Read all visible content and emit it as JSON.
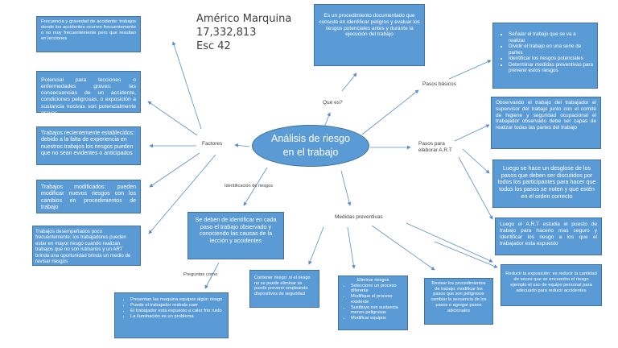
{
  "author": {
    "name": "Américo Marquina",
    "id": "17,332,813",
    "school": "Esc 42"
  },
  "center": {
    "line1": "Análisis de riesgo",
    "line2": "en el trabajo"
  },
  "labels": {
    "factores": "Factores",
    "que_es": "Que es?",
    "pasos_basicos": "Pasos básicos",
    "pasos_para_elaborar_line1": "Pasos para",
    "pasos_para_elaborar_line2": "elaborar A.R.T",
    "identificacion": "Identificación de riesgos",
    "medidas": "Medidas preventivas",
    "preguntas": "Preguntas como"
  },
  "factores": [
    "Frecuencia y gravedad de accidente: trabajos donde los accidentes ocurren frecuentemente o no muy frecuentemente pero que resultan en lecciones",
    "Potencial para lecciones o enfermedades graves: las consecuencias de un accidente, condiciones peligrosas, o exposición a sustancia nocivas son potencialmente graves",
    "Trabajos recientemente establecidos: debido a la falta de experiencia en nuestros trabajos los riesgos pueden que no sean evidentes o anticipados",
    "Trabajos modificados: pueden modificar nuevos riesgos con los cambios en procedimientos de trabajo",
    "Trabajos desempeñados poco frecuentemente: los trabajadores pueden estar en mayor riesgo cuando realizan trabajos que no son rutinarios y un ART brinda una oportunidad brinda un medio de revisar riesgos"
  ],
  "definicion": "Es un procedimiento documentado que consiste en identificar peligros y evaluar los riesgos potenciales antes y durante la ejecución del trabajo",
  "pasos_basicos": [
    "Señalar el trabajo que se va a realizar",
    "Dividir el trabajo en una serie de partes",
    "Identificar los riesgos potenciales",
    "Determinar medidas preventivas para prevenir estos riesgos"
  ],
  "pasos_art": [
    "Observando el trabajo del trabajador el supervisor del trabajo junto con el comité de higiene y seguridad ocupacional el trabajador observado debe ser capas de realizar todas las partes del trabajo",
    "Luego se hace un desglose de los pasos que deben ser discutidos por todos los participantes para hacer que todos los pasos se noten y que estén en el orden correcto",
    "Luego el A.R.T estudia el puesto de trabajo para hacerlo mas seguro y identificar los riesgo a los que el trabajador esta expuesto"
  ],
  "identificacion": "Se deben de identificar en cada paso el trabajo observado y conociendo las causas de la lección y accidentes",
  "preguntas": [
    "Presentan las maquina equipos algún riesgo",
    "Puede el trabajador resbala caer",
    "El trabajador esta expuesto a calor frio ruido",
    "La iluminación es un problema"
  ],
  "medidas": {
    "contener": "Contener riesgo: si el riesgo no se puede eliminar se puede prevenir empleando dispositivos de seguridad",
    "eliminar_title": "Eliminar riesgos",
    "eliminar": [
      "Seleccione un proceso diferente",
      "Modifique el proceso existente",
      "Sustituya con sustancia menos peligrosas",
      "Modificar equipos"
    ],
    "revisar": "Revisar los procedimientos de trabajo: modificar los pasos que son peligrosos cambiar la secuencia de los pasos o agregar pasos adicionales",
    "reducir": "Reducir la exposición: es reducir la cantidad de veces que se encuentra el riesgo ejemplo el uso de equipo personal para adecuado para reducir accidentes"
  },
  "colors": {
    "box": "#5b9bd5",
    "border": "#41719c",
    "arrow": "#5b8fc7"
  }
}
